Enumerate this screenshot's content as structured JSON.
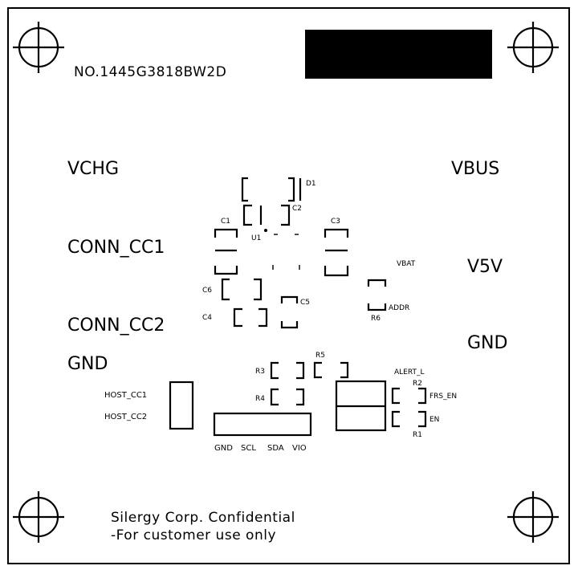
{
  "board": {
    "part_number": "NO.1445G3818BW2D",
    "confidential_line1": "Silergy Corp. Confidential",
    "confidential_line2": "-For customer use only"
  },
  "pads": {
    "vchg": "VCHG",
    "vbus": "VBUS",
    "conn_cc1": "CONN_CC1",
    "conn_cc2": "CONN_CC2",
    "gnd_left": "GND",
    "v5v": "V5V",
    "gnd_right": "GND",
    "vbat": "VBAT",
    "addr": "ADDR",
    "alert_l": "ALERT_L",
    "frs_en": "FRS_EN",
    "en": "EN",
    "host_cc1": "HOST_CC1",
    "host_cc2": "HOST_CC2"
  },
  "header_pins": [
    "GND",
    "SCL",
    "SDA",
    "VIO"
  ],
  "components": {
    "d1": "D1",
    "u1": "U1",
    "c1": "C1",
    "c2": "C2",
    "c3": "C3",
    "c4": "C4",
    "c5": "C5",
    "c6": "C6",
    "r1": "R1",
    "r2": "R2",
    "r3": "R3",
    "r4": "R4",
    "r5": "R5",
    "r6": "R6"
  }
}
